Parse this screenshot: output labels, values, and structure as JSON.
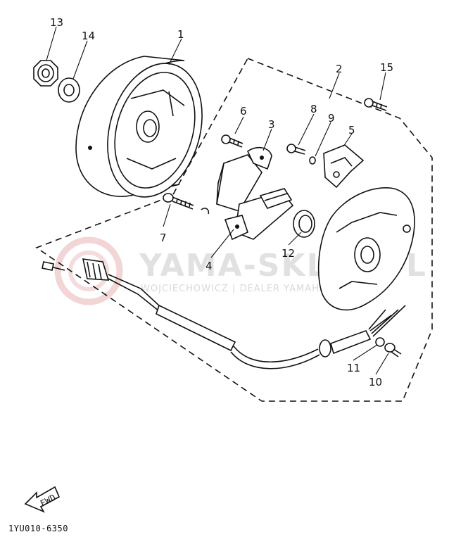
{
  "watermark": {
    "brand": "YAMA-SKLEP.PL",
    "dealer": "WOJCIECHOWICZ | DEALER YAMAHA"
  },
  "callouts": [
    {
      "id": "1",
      "label": "1"
    },
    {
      "id": "2",
      "label": "2"
    },
    {
      "id": "3",
      "label": "3"
    },
    {
      "id": "4",
      "label": "4"
    },
    {
      "id": "5",
      "label": "5"
    },
    {
      "id": "6",
      "label": "6"
    },
    {
      "id": "7",
      "label": "7"
    },
    {
      "id": "8",
      "label": "8"
    },
    {
      "id": "9",
      "label": "9"
    },
    {
      "id": "10",
      "label": "10"
    },
    {
      "id": "11",
      "label": "11"
    },
    {
      "id": "12",
      "label": "12"
    },
    {
      "id": "13",
      "label": "13"
    },
    {
      "id": "14",
      "label": "14"
    },
    {
      "id": "15",
      "label": "15"
    }
  ],
  "direction_arrow": {
    "label": "FWD"
  },
  "diagram_code": "1YU010-6350"
}
